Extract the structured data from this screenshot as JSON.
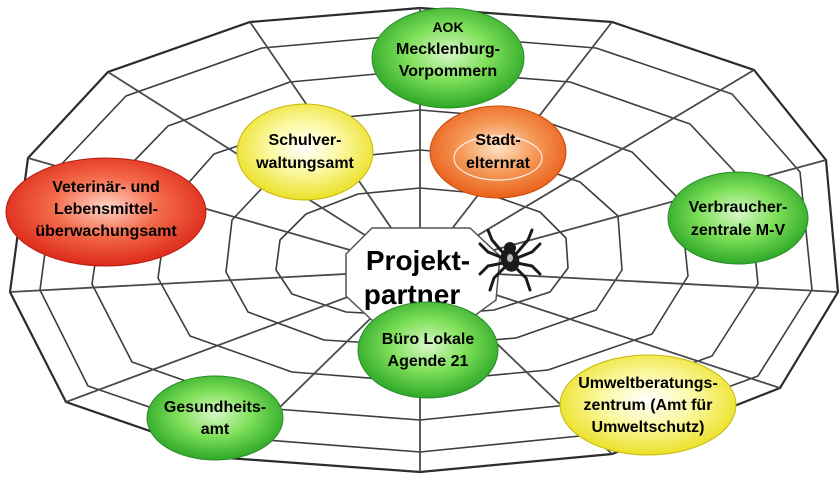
{
  "center": {
    "lines": [
      "Projekt-",
      "partner"
    ]
  },
  "partners": [
    {
      "id": "aok",
      "lines": [
        "AOK",
        "Mecklenburg-",
        "Vorpommern"
      ],
      "color": "green"
    },
    {
      "id": "schulverwaltungsamt",
      "lines": [
        "Schulver-",
        "waltungsamt"
      ],
      "color": "yellow"
    },
    {
      "id": "stadtelternrat",
      "lines": [
        "Stadt-",
        "elternrat"
      ],
      "color": "orange"
    },
    {
      "id": "veterinaer",
      "lines": [
        "Veterinär- und",
        "Lebensmittel-",
        "überwachungsamt"
      ],
      "color": "red"
    },
    {
      "id": "verbraucherzentrale",
      "lines": [
        "Verbraucher-",
        "zentrale M-V"
      ],
      "color": "green"
    },
    {
      "id": "buero-agende",
      "lines": [
        "Büro Lokale",
        "Agende 21"
      ],
      "color": "green"
    },
    {
      "id": "gesundheitsamt",
      "lines": [
        "Gesundheits-",
        "amt"
      ],
      "color": "green"
    },
    {
      "id": "umweltberatung",
      "lines": [
        "Umweltberatungs-",
        "zentrum (Amt für",
        "Umweltschutz)"
      ],
      "color": "yellow"
    }
  ],
  "colors": {
    "green": "#3cc23c",
    "yellow": "#f2ee20",
    "orange": "#f06a1e",
    "red": "#e8251a"
  },
  "icons": {
    "spider": "spider-icon"
  }
}
